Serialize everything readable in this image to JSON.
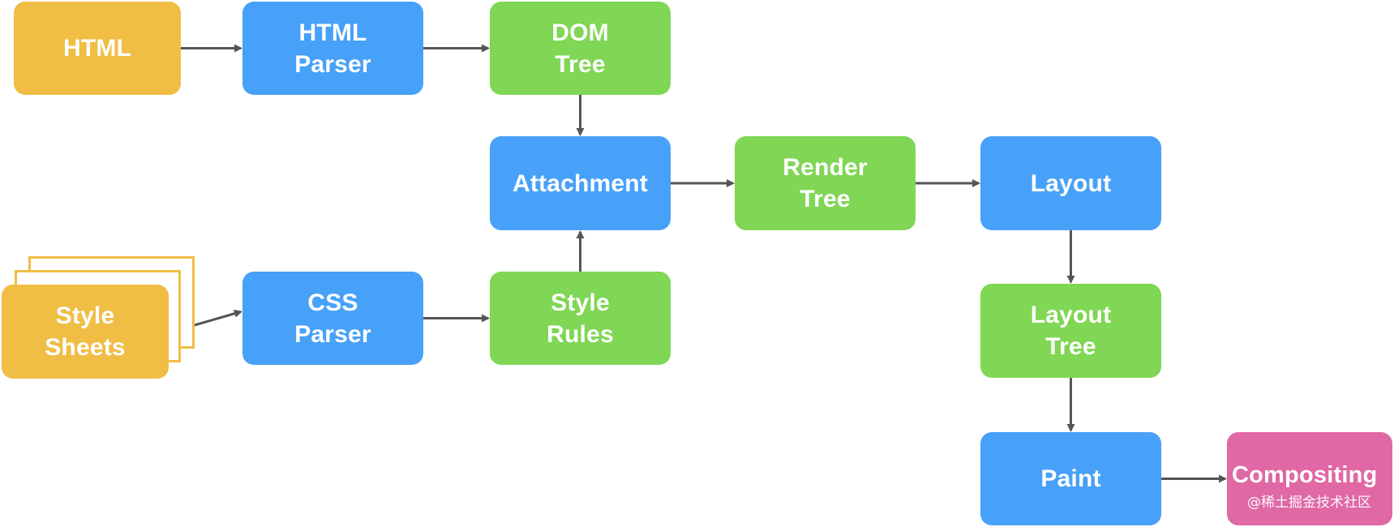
{
  "nodes": {
    "html": {
      "label": "HTML",
      "color": "#f0bd45"
    },
    "html_parser": {
      "label": "HTML\nParser",
      "color": "#48a1f8"
    },
    "dom_tree": {
      "label": "DOM\nTree",
      "color": "#80d655"
    },
    "attachment": {
      "label": "Attachment",
      "color": "#48a1f8"
    },
    "render_tree": {
      "label": "Render\nTree",
      "color": "#80d655"
    },
    "layout": {
      "label": "Layout",
      "color": "#48a1f8"
    },
    "style_sheets": {
      "label": "Style\nSheets",
      "color": "#f0bd45"
    },
    "css_parser": {
      "label": "CSS\nParser",
      "color": "#48a1f8"
    },
    "style_rules": {
      "label": "Style\nRules",
      "color": "#80d655"
    },
    "layout_tree": {
      "label": "Layout\nTree",
      "color": "#80d655"
    },
    "paint": {
      "label": "Paint",
      "color": "#48a1f8"
    },
    "compositing": {
      "label": "Compositing",
      "color": "#df68a5"
    }
  },
  "edges": [
    {
      "from": "html",
      "to": "html_parser"
    },
    {
      "from": "html_parser",
      "to": "dom_tree"
    },
    {
      "from": "dom_tree",
      "to": "attachment"
    },
    {
      "from": "style_sheets",
      "to": "css_parser"
    },
    {
      "from": "css_parser",
      "to": "style_rules"
    },
    {
      "from": "style_rules",
      "to": "attachment"
    },
    {
      "from": "attachment",
      "to": "render_tree"
    },
    {
      "from": "render_tree",
      "to": "layout"
    },
    {
      "from": "layout",
      "to": "layout_tree"
    },
    {
      "from": "layout_tree",
      "to": "paint"
    },
    {
      "from": "paint",
      "to": "compositing"
    }
  ],
  "watermark": "@稀土掘金技术社区",
  "colors": {
    "arrow": "#555555",
    "yellow": "#f0bd45",
    "blue": "#48a1f8",
    "green": "#80d655",
    "pink": "#df68a5"
  }
}
